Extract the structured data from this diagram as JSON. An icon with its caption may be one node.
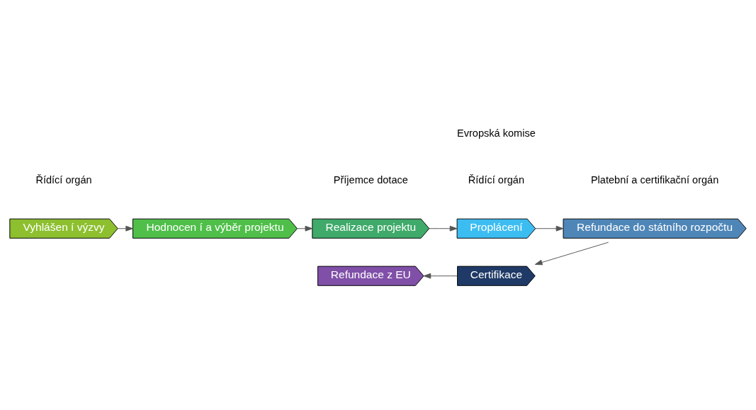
{
  "diagram": {
    "nodes": [
      {
        "text": [
          "Vyhlášen í výzvy"
        ]
      },
      {
        "text": [
          "Hodnocen í a výběr projektu"
        ]
      },
      {
        "text": [
          "Realizace projektu"
        ]
      },
      {
        "text": [
          "Proplácení"
        ]
      },
      {
        "text": [
          "Refundace do státního rozpočtu"
        ]
      },
      {
        "text": [
          "Certifikace"
        ]
      },
      {
        "text": [
          "Refundace z EU"
        ]
      }
    ],
    "edges": [
      {
        "from": 0,
        "to": 1,
        "arrow": "to"
      },
      {
        "from": 1,
        "to": 2,
        "arrow": "to"
      },
      {
        "from": 2,
        "to": 3,
        "arrow": "to"
      },
      {
        "from": 3,
        "to": 4,
        "arrow": "to"
      },
      {
        "from": 4,
        "to": 5,
        "arrow": "to"
      },
      {
        "from": 5,
        "to": 6,
        "arrow": "to"
      }
    ],
    "labels": [
      "Řídící orgán",
      "Příjemce dotace",
      "Řídící orgán",
      "Platební a certifikační orgán",
      "Evropská komise"
    ]
  }
}
